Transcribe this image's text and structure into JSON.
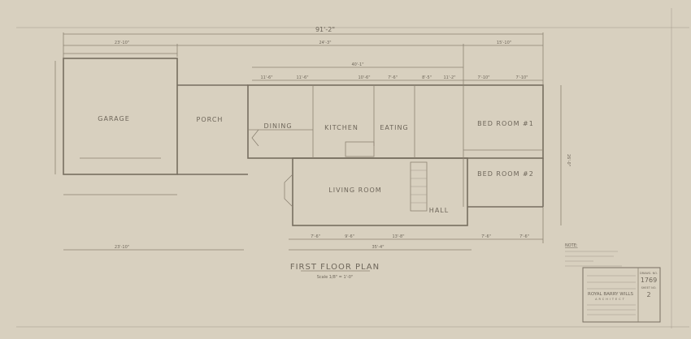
{
  "drawing": {
    "title": "FIRST FLOOR PLAN",
    "scale": "Scale 1/8\" = 1'-0\"",
    "rooms": {
      "garage": "GARAGE",
      "porch": "PORCH",
      "dining": "DINING",
      "kitchen": "KITCHEN",
      "eating": "EATING",
      "bedroom1": "BED ROOM #1",
      "bedroom2": "BED ROOM #2",
      "living": "LIVING ROOM",
      "hall": "HALL"
    },
    "dimensions": {
      "overall": "91'-2\"",
      "garage_width": "23'-10\"",
      "middle_width": "24'-3\"",
      "right_width": "15'-10\"",
      "house_width": "40'-1\"",
      "living_width": "35'-4\"",
      "seg1": "11'-6\"",
      "seg2": "11'-6\"",
      "seg3": "10'-6\"",
      "seg4": "7'-6\"",
      "seg5": "8'-5\"",
      "seg6": "11'-2\"",
      "seg7": "7'-10\"",
      "seg8": "7'-10\"",
      "bottom1": "7'-6\"",
      "bottom2": "9'-6\"",
      "bottom3": "13'-8\"",
      "bottom4": "7'-6\"",
      "bottom5": "7'-6\"",
      "bottom_overall": "23'-10\"",
      "side_height": "26'-0\""
    },
    "notes_title": "NOTE:"
  },
  "title_block": {
    "architect": "ROYAL BARRY WILLS",
    "subtitle": "ARCHITECT",
    "drawing_no_label": "DRAWG. NO.",
    "drawing_no": "1769",
    "sheet_no_label": "SHEET NO.",
    "sheet_no": "2"
  }
}
